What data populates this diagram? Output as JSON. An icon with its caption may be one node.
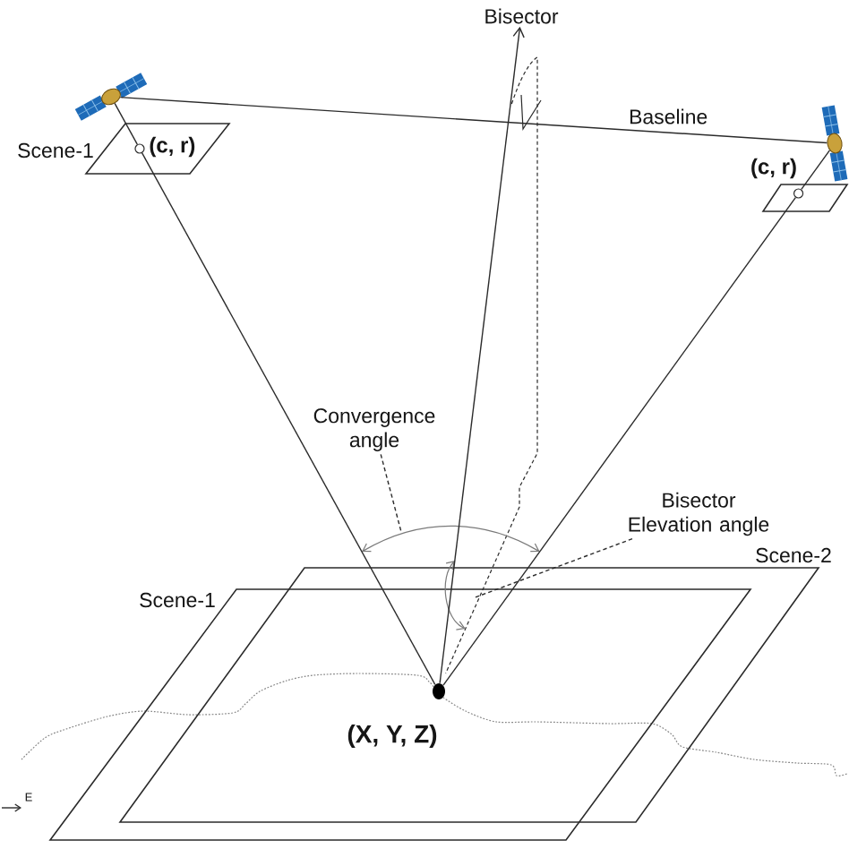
{
  "diagram": {
    "nodes": [
      {
        "text": [],
        "shape": "picture"
      },
      {
        "text": [
          "Scene-1"
        ]
      },
      {
        "text": [],
        "shape": "circle",
        "in": 1,
        "beside": [
          "(c, r)"
        ]
      },
      {
        "text": [],
        "shape": "picture"
      },
      {
        "text": [],
        "shape": "parallelogram"
      },
      {
        "text": [],
        "shape": "circle",
        "in": 4,
        "beside": [
          "(c, r)"
        ]
      },
      {
        "text": [],
        "shape": "circle",
        "beside": [
          "(X, Y, Z)"
        ]
      },
      {
        "text": [
          "Bisector"
        ]
      },
      {
        "text": [
          "Convergence angle"
        ]
      },
      {
        "text": [
          "Bisector Elevation angle"
        ]
      }
    ],
    "edges": [
      {
        "from": 0,
        "to": 3,
        "arrow": "none",
        "label": "Baseline"
      },
      {
        "from": 0,
        "to": 2,
        "arrow": "none"
      },
      {
        "from": 2,
        "to": 6,
        "arrow": "none"
      },
      {
        "from": 3,
        "to": 5,
        "arrow": "none"
      },
      {
        "from": 5,
        "to": 6,
        "arrow": "none"
      },
      {
        "from": 6,
        "to": 7,
        "arrow": "to"
      },
      {
        "from": 8,
        "to": null,
        "arrow": "none",
        "style": "dashed"
      },
      {
        "from": 9,
        "to": null,
        "arrow": "none",
        "style": "dashed"
      }
    ],
    "labels": [
      "Scene-2",
      "Scene-1",
      "E"
    ]
  }
}
